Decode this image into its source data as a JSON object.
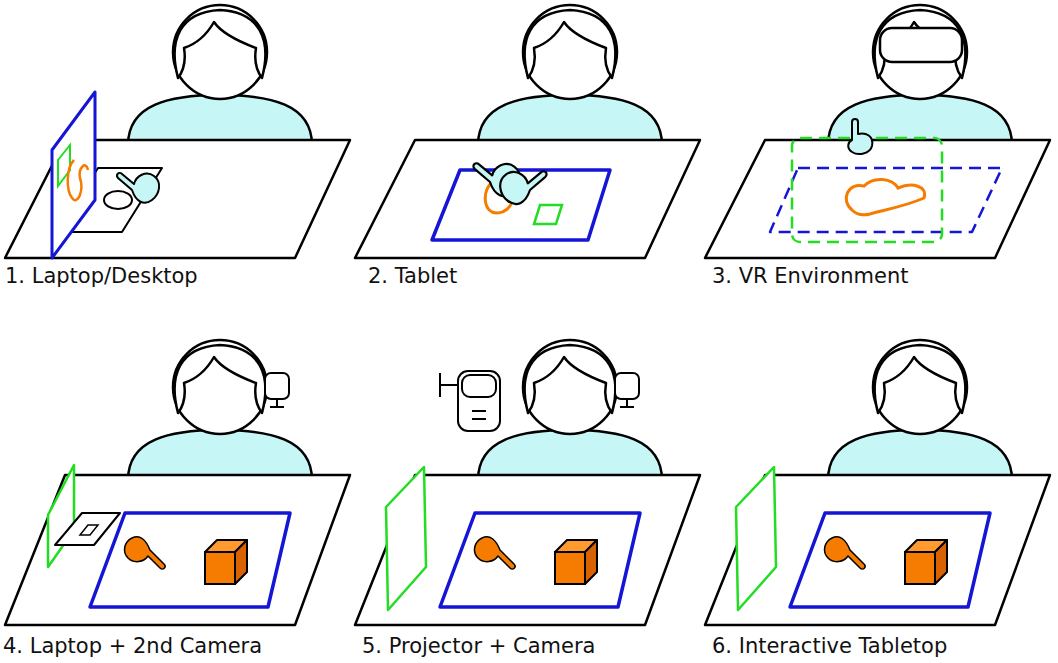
{
  "diagram": {
    "labels": [
      "1. Laptop/Desktop",
      "2. Tablet",
      "3. VR Environment",
      "4. Laptop + 2nd Camera",
      "5. Projector + Camera",
      "6. Interactive Tabletop"
    ]
  }
}
